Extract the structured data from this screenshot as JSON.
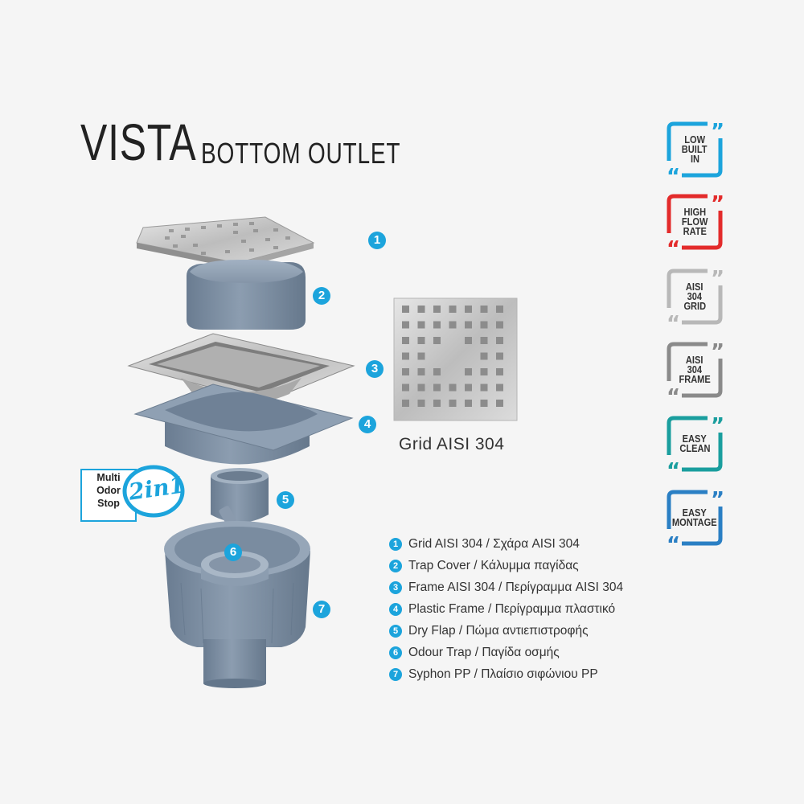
{
  "title": {
    "main": "VISTA",
    "sub": "BOTTOM OUTLET"
  },
  "callouts": [
    "1",
    "2",
    "3",
    "4",
    "5",
    "6",
    "7"
  ],
  "grid_caption": "Grid AISI 304",
  "multi_badge": {
    "lines": [
      "Multi",
      "Odor",
      "Stop"
    ],
    "mark": "2in1"
  },
  "legend": [
    {
      "num": "1",
      "text": "Grid AISI 304 / Σχάρα AISI 304"
    },
    {
      "num": "2",
      "text": "Trap Cover / Κάλυμμα παγίδας"
    },
    {
      "num": "3",
      "text": "Frame AISI 304 / Περίγραμμα AISI 304"
    },
    {
      "num": "4",
      "text": "Plastic Frame / Περίγραμμα πλαστικό"
    },
    {
      "num": "5",
      "text": "Dry Flap / Πώμα αντιεπιστροφής"
    },
    {
      "num": "6",
      "text": "Odour Trap / Παγίδα οσμής"
    },
    {
      "num": "7",
      "text": "Syphon PP / Πλαίσιο σιφώνιου PP"
    }
  ],
  "features": [
    {
      "lines": [
        "LOW",
        "BUILT",
        "IN"
      ],
      "color": "#1ca4dc"
    },
    {
      "lines": [
        "HIGH",
        "FLOW",
        "RATE"
      ],
      "color": "#e32b2b"
    },
    {
      "lines": [
        "AISI",
        "304",
        "GRID"
      ],
      "color": "#b8b8b8"
    },
    {
      "lines": [
        "AISI",
        "304",
        "FRAME"
      ],
      "color": "#8a8a8a"
    },
    {
      "lines": [
        "EASY",
        "CLEAN"
      ],
      "color": "#1a9e9e"
    },
    {
      "lines": [
        "EASY",
        "MONTAGE"
      ],
      "color": "#2a7fc4"
    }
  ],
  "colors": {
    "accent": "#1ca4dc",
    "plastic": "#7c8ea3",
    "steel": "#c9c9c9"
  }
}
